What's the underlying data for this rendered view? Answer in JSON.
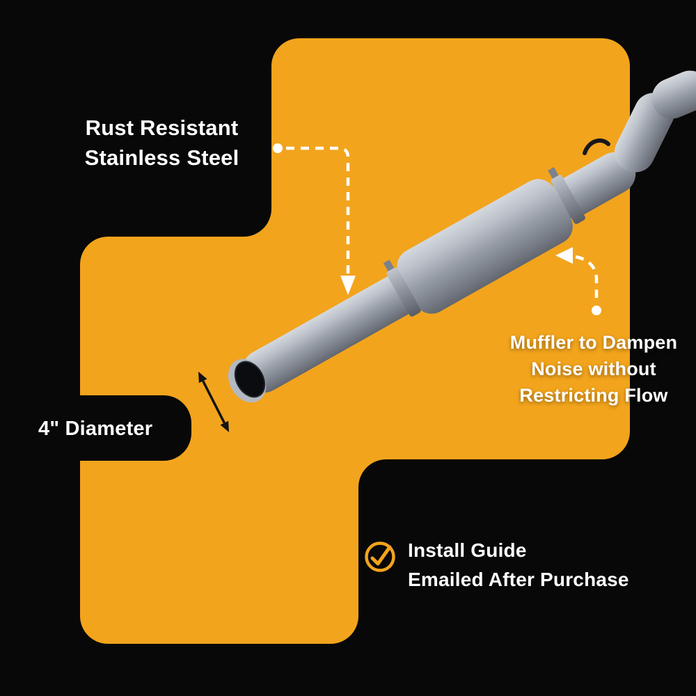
{
  "meta": {
    "colors": {
      "bg": "#080808",
      "accent": "#F2A41C",
      "text": "#FFFFFF",
      "pipe_light": "#D2D6DC",
      "pipe_dark": "#666B75",
      "arrow_white": "#FFFFFF",
      "arrow_black": "#131313"
    }
  },
  "callouts": {
    "material": {
      "lines": [
        "Rust Resistant",
        "Stainless Steel"
      ]
    },
    "diameter": {
      "label": "4\" Diameter"
    },
    "muffler": {
      "lines": [
        "Muffler to Dampen",
        "Noise without",
        "Restricting Flow"
      ]
    },
    "install": {
      "lines": [
        "Install Guide",
        "Emailed After Purchase"
      ]
    }
  },
  "icons": {
    "check_circle": "check-circle-icon",
    "arrow_material": "dashed-arrow-to-pipe",
    "arrow_muffler": "dashed-arrow-to-muffler",
    "arrow_diameter": "double-headed-diameter-arrow"
  }
}
